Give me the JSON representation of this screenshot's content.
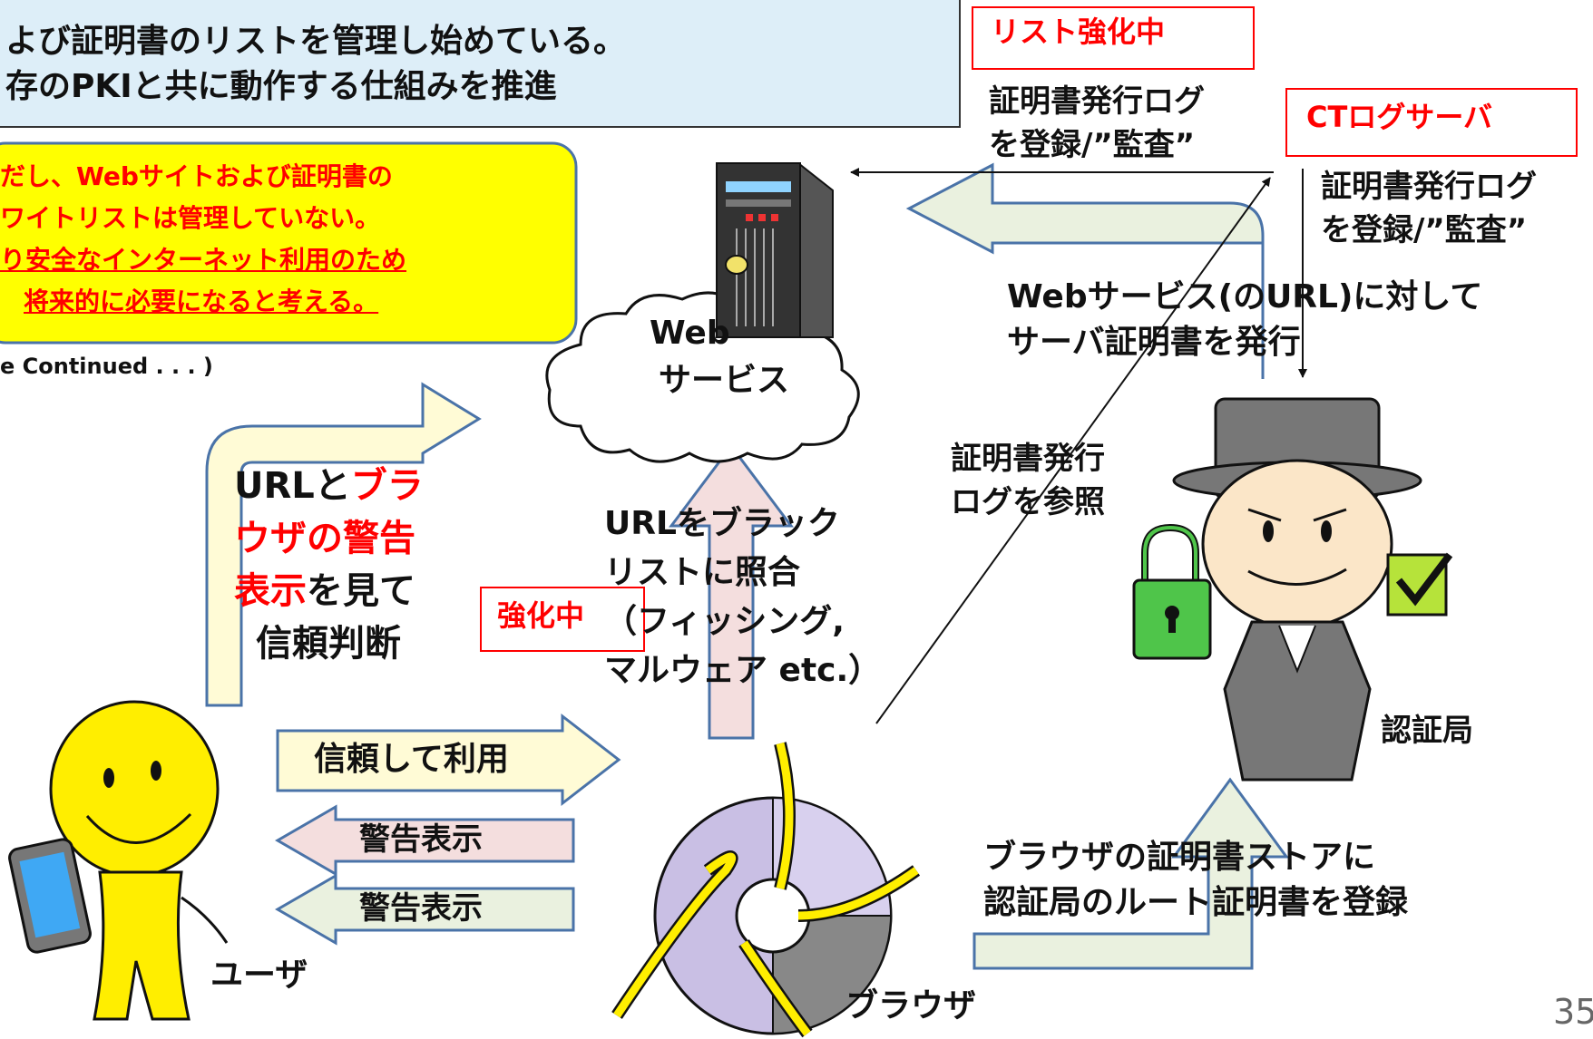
{
  "header": {
    "line1": "よび証明書のリストを管理し始めている。",
    "line2": "存のPKIと共に動作する仕組みを推進"
  },
  "note": {
    "line1": "だし、Webサイトおよび証明書の",
    "line2": "ワイトリストは管理していない。",
    "line3": "り安全なインターネット利用のため",
    "line4": "将来的に必要になると考える。"
  },
  "continued_text": "e Continued . . . )",
  "tags": {
    "list_strengthening": "リスト強化中",
    "ct_log_server": "CTログサーバ",
    "strengthening": "強化中"
  },
  "labels": {
    "cert_log_register_1": [
      "証明書発行ログ",
      "を登録/”監査”"
    ],
    "cert_log_register_2": [
      "証明書発行ログ",
      "を登録/”監査”"
    ],
    "issue_cert": [
      "Webサービス(のURL)に対して",
      "サーバ証明書を発行"
    ],
    "web_service": [
      "Web",
      "サービス"
    ],
    "refer_log": [
      "証明書発行",
      "ログを参照"
    ],
    "url_blacklist": [
      "URLをブラック",
      "リストに照合",
      "（フィッシング,",
      "マルウェア etc.）"
    ],
    "trust_use": "信頼して利用",
    "warning_1": "警告表示",
    "warning_2": "警告表示",
    "root_cert": [
      "ブラウザの証明書ストアに",
      "認証局のルート証明書を登録"
    ],
    "user": "ユーザ",
    "browser": "ブラウザ",
    "ca": "認証局"
  },
  "trust_judgment": {
    "p1": "URLと",
    "p2": "ブラ",
    "p3": "ウザの警告",
    "p4": "表示",
    "p5": "を見て",
    "p6": "信頼判断"
  },
  "page_number": "35",
  "colors": {
    "header_bg": "#ddeef8",
    "note_bg": "#ffff00",
    "highlight_red": "#ff0000",
    "arrow_cream": "#fffbd6",
    "arrow_pink": "#f4dede",
    "arrow_green": "#eaf1df",
    "arrow_border": "#4a73a8",
    "user_yellow": "#ffee00",
    "lock_green": "#4fc54a",
    "check_green": "#b6e33a",
    "browser_purple": "#c9bfe4"
  },
  "icons": [
    "server-icon",
    "cloud-icon",
    "smiley-user-icon",
    "tablet-icon",
    "browser-logo-icon",
    "ca-character-icon",
    "padlock-icon",
    "checkmark-icon"
  ]
}
